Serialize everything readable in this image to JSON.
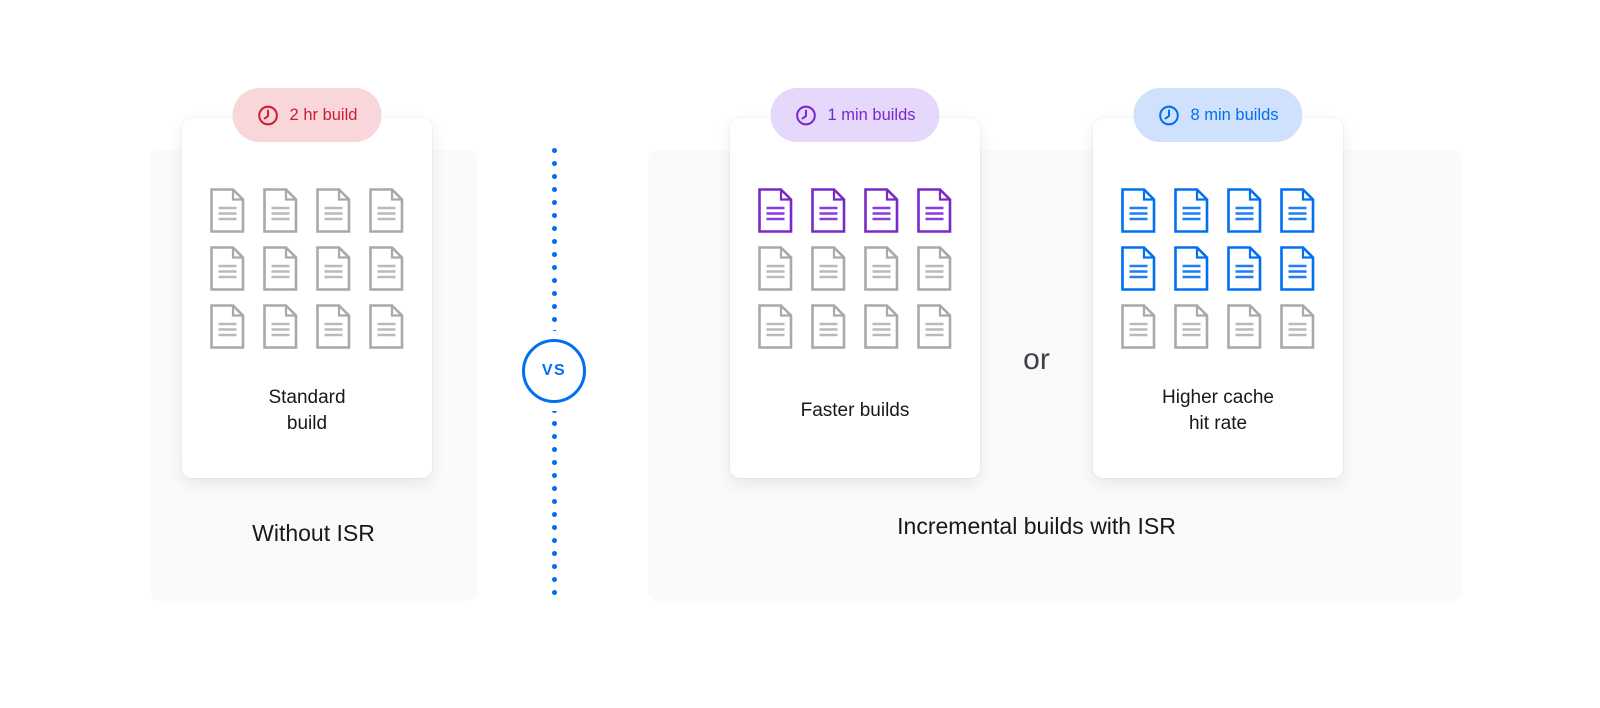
{
  "diagram": {
    "left_section": {
      "caption": "Without ISR",
      "card": {
        "badge": {
          "label": "2 hr build",
          "icon": "clock-icon",
          "text_color": "#cb2031",
          "bg_color": "#f8d6d9"
        },
        "caption_lines": [
          "Standard",
          "build"
        ],
        "docs": [
          "gray",
          "gray",
          "gray",
          "gray",
          "gray",
          "gray",
          "gray",
          "gray",
          "gray",
          "gray",
          "gray",
          "gray"
        ]
      }
    },
    "divider": {
      "vs_label": "VS",
      "color": "#0070f3"
    },
    "right_section": {
      "caption": "Incremental builds with ISR",
      "or_label": "or",
      "cards": [
        {
          "badge": {
            "label": "1 min builds",
            "icon": "clock-icon",
            "text_color": "#7928ca",
            "bg_color": "#e5d8fa"
          },
          "caption_lines": [
            "Faster builds"
          ],
          "docs": [
            "purple",
            "purple",
            "purple",
            "purple",
            "gray",
            "gray",
            "gray",
            "gray",
            "gray",
            "gray",
            "gray",
            "gray"
          ]
        },
        {
          "badge": {
            "label": "8 min builds",
            "icon": "clock-icon",
            "text_color": "#0070f3",
            "bg_color": "#cfe1fc"
          },
          "caption_lines": [
            "Higher cache",
            "hit rate"
          ],
          "docs": [
            "blue",
            "blue",
            "blue",
            "blue",
            "blue",
            "blue",
            "blue",
            "blue",
            "gray",
            "gray",
            "gray",
            "gray"
          ]
        }
      ]
    },
    "colors": {
      "accent_blue": "#0070f3",
      "accent_purple": "#7928ca",
      "accent_red": "#cb2031",
      "doc_gray": "#a9a9a9",
      "panel_bg": "#fafafa"
    }
  }
}
